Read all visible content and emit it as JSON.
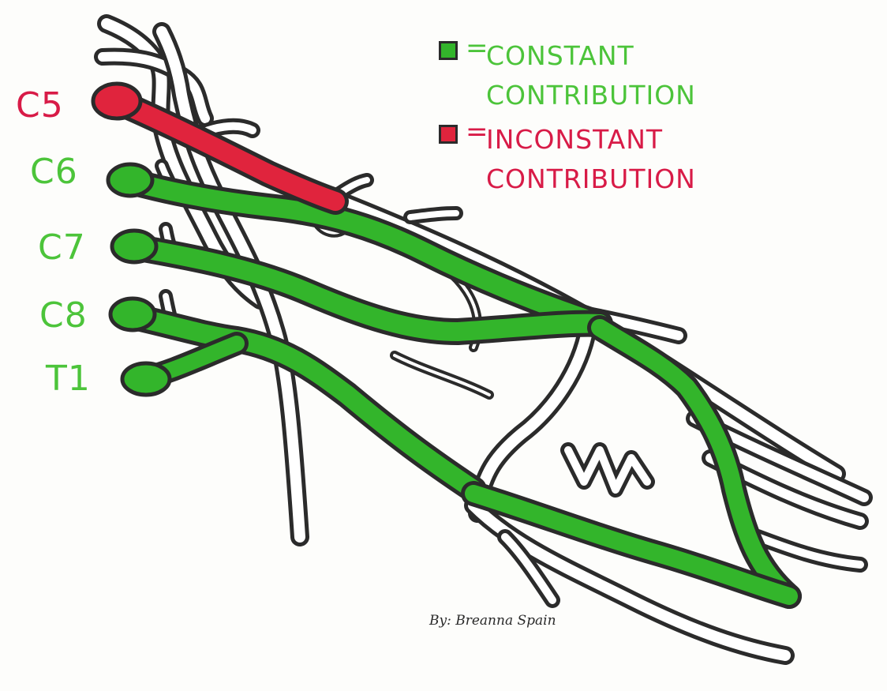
{
  "colors": {
    "constant": "#33b52b",
    "inconstant": "#e0243d",
    "label_green": "#4cc43a",
    "label_red": "#d81b47",
    "outline": "#2b2b2b",
    "vessel_fill": "#ffffff"
  },
  "roots": [
    {
      "label": "C5",
      "contribution": "inconstant"
    },
    {
      "label": "C6",
      "contribution": "constant"
    },
    {
      "label": "C7",
      "contribution": "constant"
    },
    {
      "label": "C8",
      "contribution": "constant"
    },
    {
      "label": "T1",
      "contribution": "constant"
    }
  ],
  "legend": {
    "constant": {
      "equals": "=",
      "text": "CONSTANT CONTRIBUTION"
    },
    "inconstant": {
      "equals": "=",
      "text": "INCONSTANT CONTRIBUTION"
    }
  },
  "signature": "By: Breanna Spain"
}
